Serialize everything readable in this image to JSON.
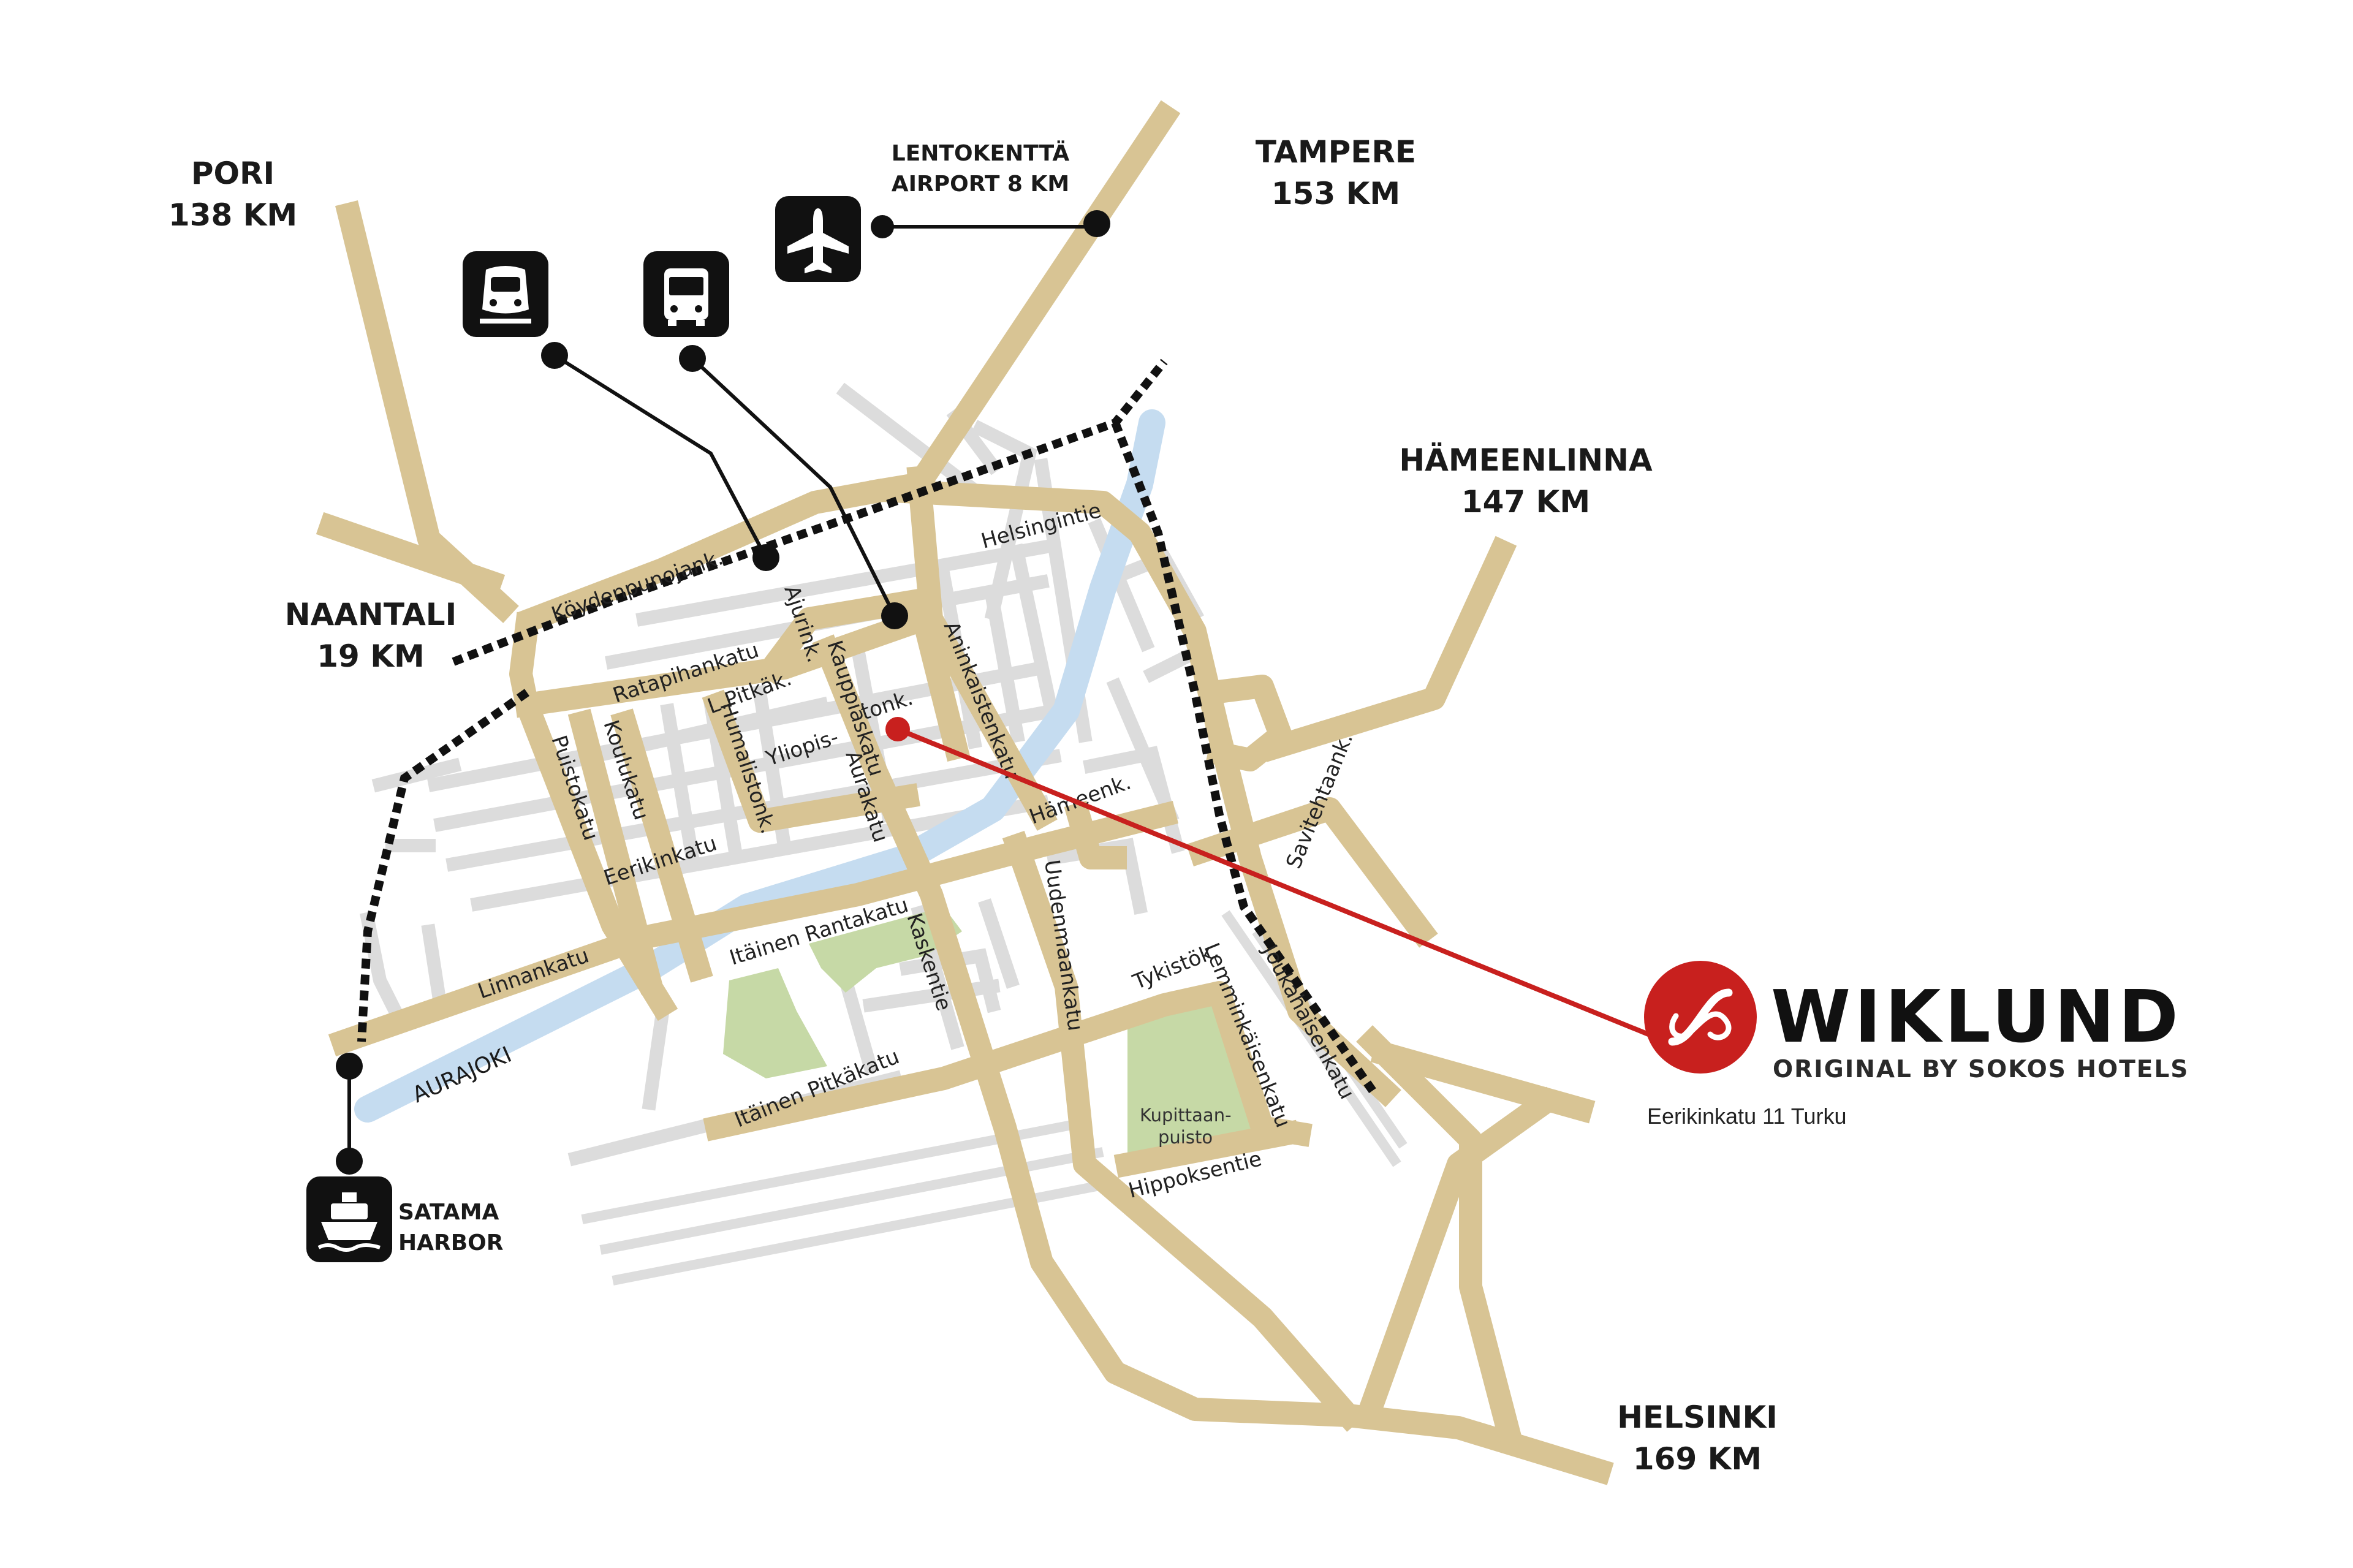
{
  "colors": {
    "road": "#d8c494",
    "minor_street": "#dcdcdc",
    "river": "#c5dcf0",
    "park": "#c6d9a6",
    "rail": "#dddddd",
    "line": "#111111",
    "route": "#c8201e",
    "icon_bg": "#111111",
    "logo": "#c8201e"
  },
  "cities": {
    "pori": [
      "PORI",
      "138 KM"
    ],
    "tampere": [
      "TAMPERE",
      "153 KM"
    ],
    "hameenlinna": [
      "HÄMEENLINNA",
      "147 KM"
    ],
    "naantali": [
      "NAANTALI",
      "19 KM"
    ],
    "helsinki": [
      "HELSINKI",
      "169 KM"
    ]
  },
  "pois": {
    "airport": [
      "LENTOKENTTÄ",
      "AIRPORT 8 KM"
    ],
    "harbor": [
      "SATAMA",
      "HARBOR"
    ],
    "airport_icon": "airplane-icon",
    "train_icon": "train-icon",
    "bus_icon": "bus-icon",
    "ship_icon": "ship-icon"
  },
  "streets": {
    "koydenpunojank": "Köydenpunojank.",
    "helsingintie": "Helsingintie",
    "ratapihankatu": "Ratapihankatu",
    "l_pitkak": "L.Pitkäk.",
    "ajurink": "Ajurink.",
    "kauppiaskatu": "Kauppiaskatu",
    "tonk": "tonk.",
    "yliopis": "Yliopis-",
    "humalistonk": "Humalistonk.",
    "koulukatu": "Koulukatu",
    "puistokatu": "Puistokatu",
    "eerikinkatu": "Eerikinkatu",
    "aurakatu": "Aurakatu",
    "aninkaistenkatu": "Aninkaistenkatu",
    "hameenk": "Hämeenk.",
    "linnankatu": "Linnankatu",
    "itainen_rantakatu": "Itäinen Rantakatu",
    "kaskentie": "Kaskentie",
    "itainen_pitkakatu": "Itäinen Pitkäkatu",
    "uudenmaankatu": "Uudenmaankatu",
    "tykistok": "Tykistök.",
    "lemminkaisenkatu": "Lemminkäisenkatu",
    "joukahaisenkatu": "Joukahaisenkatu",
    "savitehtaank": "Savitehtaank.",
    "hippoksentie": "Hippoksentie"
  },
  "river": "AURAJOKI",
  "park": [
    "Kupittaan-",
    "puisto"
  ],
  "brand": {
    "name": "WIKLUND",
    "subtitle": "ORIGINAL BY SOKOS HOTELS",
    "address": "Eerikinkatu 11  Turku",
    "logo_icon": "sokos-logo-icon"
  },
  "hotel_marker": "hotel-marker-icon"
}
